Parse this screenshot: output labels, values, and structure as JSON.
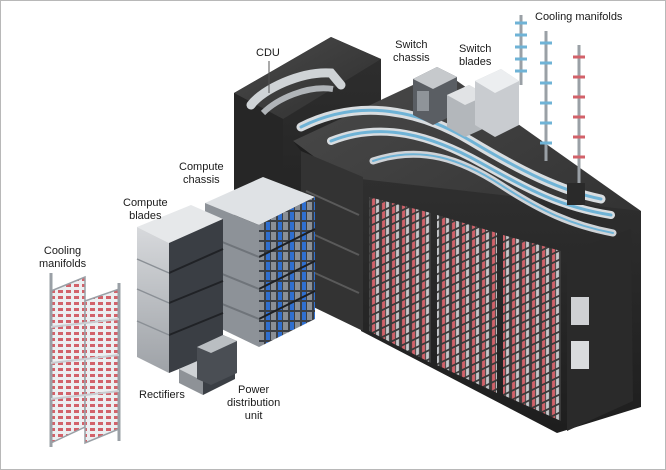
{
  "labels": {
    "cdu": "CDU",
    "switch_chassis": "Switch\nchassis",
    "switch_blades": "Switch\nblades",
    "cooling_manifolds_top": "Cooling manifolds",
    "compute_chassis": "Compute\nchassis",
    "compute_blades": "Compute\nblades",
    "cooling_manifolds_left": "Cooling\nmanifolds",
    "rectifiers": "Rectifiers",
    "power_distribution_unit": "Power\ndistribution\nunit"
  },
  "colors": {
    "cabinet": "#2b2b2b",
    "cabinet_side": "#1c1c1c",
    "cabinet_top": "#3a3a3a",
    "coolant_red": "#d2626a",
    "coolant_blue": "#6fb3d6",
    "steel": "#b9bcc0",
    "accent_blue": "#2f6fd0"
  }
}
